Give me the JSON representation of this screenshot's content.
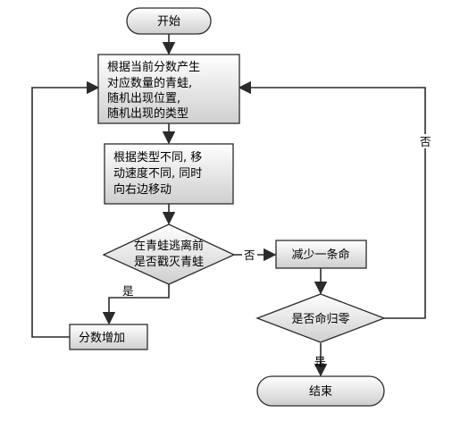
{
  "flowchart": {
    "start": "开始",
    "generate": [
      "根据当前分数产生",
      "对应数量的青蛙,",
      "随机出现位置,",
      "随机出现的类型"
    ],
    "move": [
      "根据类型不同, 移",
      "动速度不同, 同时",
      "向右边移动"
    ],
    "decision_kill": [
      "在青蛙逃离前",
      "是否戳灭青蛙"
    ],
    "add_score": "分数增加",
    "lose_life": "减少一条命",
    "decision_zero": "是否命归零",
    "end": "结束",
    "yes_label": "是",
    "no_label": "否"
  },
  "colors": {
    "box_top": "#ffffff",
    "box_bottom": "#cfcfcf",
    "stroke": "#2b2b2b"
  }
}
